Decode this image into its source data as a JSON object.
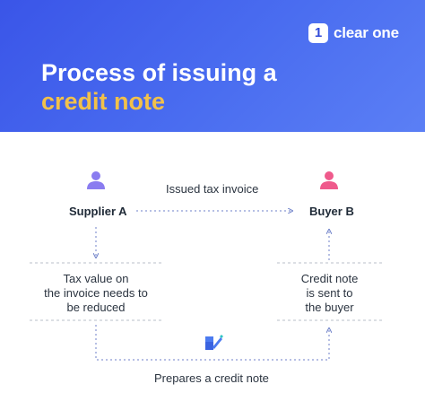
{
  "header": {
    "logo_mark": "1",
    "logo_text": "clear one",
    "title_line1": "Process of issuing a",
    "title_line2": "credit note"
  },
  "diagram": {
    "supplier_label": "Supplier A",
    "buyer_label": "Buyer B",
    "issued_label": "Issued tax invoice",
    "tax_box": [
      "Tax value on",
      "the invoice needs to",
      "be reduced"
    ],
    "credit_box": [
      "Credit note",
      "is sent to",
      "the buyer"
    ],
    "prepares_label": "Prepares a credit note"
  },
  "colors": {
    "header_blue": "#3f5ee9",
    "accent_yellow": "#f2c14a",
    "supplier_icon": "#8a7cf0",
    "buyer_icon": "#ef5a8c",
    "line_blue": "#7b8fd4",
    "divider_gray": "#b9bfca",
    "note_icon": "#4c7bf0"
  },
  "icons": {
    "supplier": "person-icon",
    "buyer": "person-icon",
    "credit_note": "pen-note-icon"
  }
}
